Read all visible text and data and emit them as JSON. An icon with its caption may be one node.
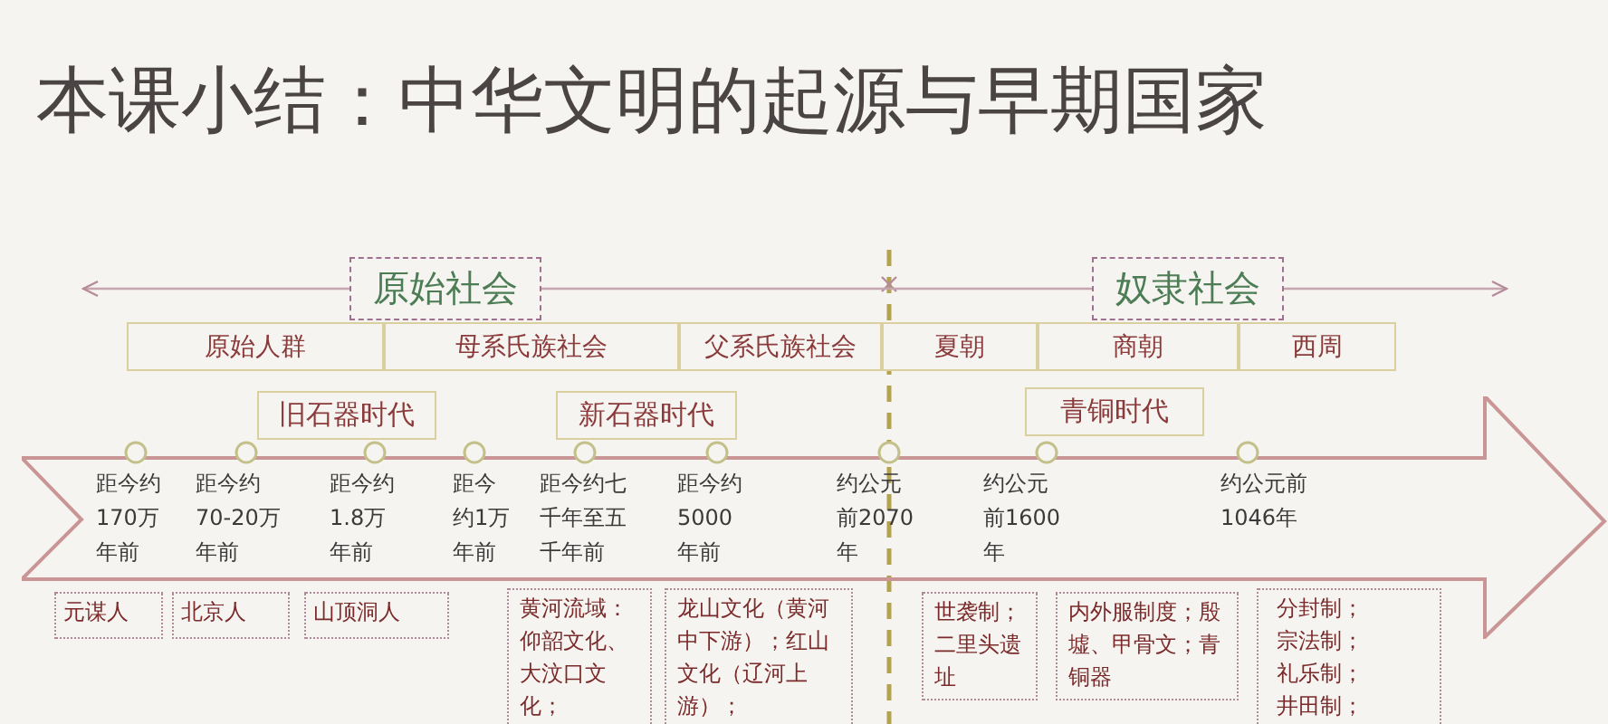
{
  "diagram": {
    "title": "本课小结：中华文明的起源与早期国家",
    "nodes": [
      {
        "text": [
          "原始社会"
        ]
      },
      {
        "text": [
          "奴隶社会"
        ]
      },
      {
        "text": [
          "原始人群"
        ]
      },
      {
        "text": [
          "母系氏族社会"
        ]
      },
      {
        "text": [
          "父系氏族社会"
        ]
      },
      {
        "text": [
          "夏朝"
        ]
      },
      {
        "text": [
          "商朝"
        ]
      },
      {
        "text": [
          "西周"
        ]
      },
      {
        "text": [
          "旧石器时代"
        ]
      },
      {
        "text": [
          "新石器时代"
        ]
      },
      {
        "text": [
          "青铜时代"
        ]
      },
      {
        "text": [
          "距今约170万年前",
          "距今约70-20万年前",
          "距今约1.8万年前",
          "距今约1万年前",
          "距今约七千年至五千年前",
          "距今约5000年前",
          "约公元前2070年",
          "约公元前1600年",
          "约公元前1046年"
        ]
      },
      {
        "text": [
          "元谋人"
        ]
      },
      {
        "text": [
          "北京人"
        ]
      },
      {
        "text": [
          "山顶洞人"
        ]
      },
      {
        "text": [
          "黄河流域：仰韶文化、大汶口文化；"
        ]
      },
      {
        "text": [
          "龙山文化（黄河中下游）；红山文化（辽河上游）；"
        ]
      },
      {
        "text": [
          "世袭制；二里头遗址"
        ]
      },
      {
        "text": [
          "内外服制度；殷墟、甲骨文；青铜器"
        ]
      },
      {
        "text": [
          "分封制；宗法制；礼乐制；井田制；"
        ]
      }
    ],
    "edges": [
      {
        "from": 0,
        "to": null,
        "arrow": "to"
      },
      {
        "from": 0,
        "to": 1,
        "arrow": "none"
      },
      {
        "from": 1,
        "to": null,
        "arrow": "to"
      }
    ]
  }
}
